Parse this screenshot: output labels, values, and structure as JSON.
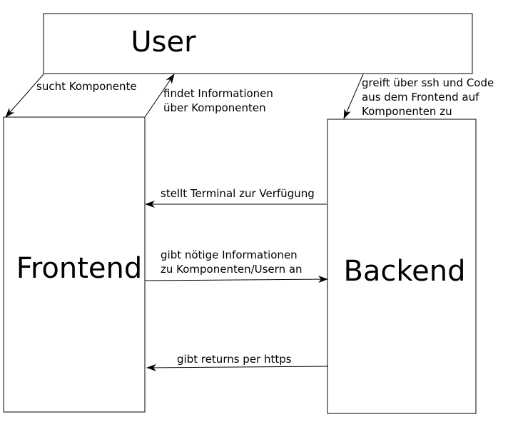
{
  "nodes": {
    "user": "User",
    "frontend": "Frontend",
    "backend": "Backend"
  },
  "edges": {
    "search_component": [
      "sucht Komponente"
    ],
    "find_info": [
      "findet Informationen",
      "über Komponenten"
    ],
    "ssh_access": [
      "greift über ssh und Code",
      "aus dem Frontend auf",
      "Komponenten zu"
    ],
    "terminal": [
      "stellt Terminal zur Verfügung"
    ],
    "info_transfer": [
      "gibt nötige Informationen",
      "zu Komponenten/Usern an"
    ],
    "returns": [
      "gibt returns per https"
    ]
  }
}
